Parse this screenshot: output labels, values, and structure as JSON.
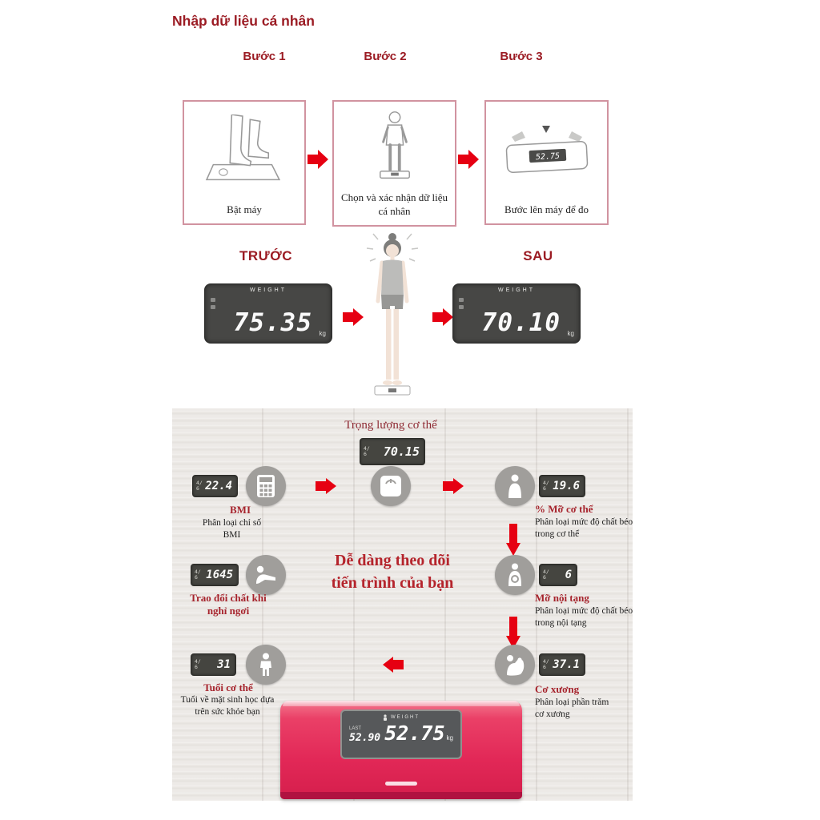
{
  "title": "Nhập dữ liệu cá nhân",
  "steps": [
    {
      "label": "Bước 1",
      "caption": "Bật máy"
    },
    {
      "label": "Bước 2",
      "caption": "Chọn và xác nhận dữ liệu cá nhân"
    },
    {
      "label": "Bước 3",
      "caption": "Bước lên máy để đo",
      "display_value": "52.75"
    }
  ],
  "before_after": {
    "before_label": "TRƯỚC",
    "after_label": "SAU",
    "before_value": "75.35",
    "after_value": "70.10"
  },
  "lcd": {
    "header": "WEIGHT",
    "unit": "kg",
    "date_top": "4/",
    "date_bottom": "6"
  },
  "tracking": {
    "weight_title": "Trọng lượng cơ thể",
    "weight_value": "70.15",
    "center_line1": "Dễ dàng theo dõi",
    "center_line2": "tiến trình của bạn",
    "metrics": {
      "bmi": {
        "value": "22.4",
        "name": "BMI",
        "desc": "Phân loại chỉ số BMI"
      },
      "body_fat": {
        "value": "19.6",
        "name": "% Mỡ cơ thể",
        "desc": "Phân loại mức độ chất béo trong cơ thể"
      },
      "metabolism": {
        "value": "1645",
        "name": "Trao đổi chất khi nghỉ ngơi"
      },
      "visceral_fat": {
        "value": "6",
        "name": "Mỡ nội tạng",
        "desc": "Phân loại mức độ chất béo trong nội tạng"
      },
      "body_age": {
        "value": "31",
        "name": "Tuổi cơ thể",
        "desc": "Tuổi về mặt sinh học dựa trên sức khỏe bạn"
      },
      "skeletal_muscle": {
        "value": "37.1",
        "name": "Cơ xương",
        "desc": "Phân loại phần trăm cơ xương"
      }
    }
  },
  "scale": {
    "header": "WEIGHT",
    "last_label": "LAST",
    "last_value": "52.90",
    "main_value": "52.75",
    "unit": "kg"
  },
  "colors": {
    "heading_red": "#9b1b23",
    "arrow_red": "#e60012",
    "box_border_pink": "#d193a0",
    "lcd_dark": "#474745",
    "scale_body_red": "#e22857",
    "wood_bg": "#edeae7"
  }
}
